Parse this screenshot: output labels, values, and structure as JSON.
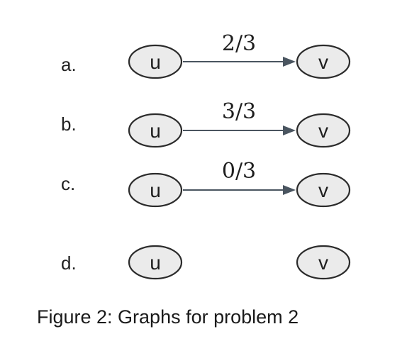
{
  "figure": {
    "caption": "Figure 2: Graphs for problem 2",
    "rows": [
      {
        "label": "a.",
        "source": "u",
        "target": "v",
        "has_edge": true,
        "edge_label": "2/3"
      },
      {
        "label": "b.",
        "source": "u",
        "target": "v",
        "has_edge": true,
        "edge_label": "3/3"
      },
      {
        "label": "c.",
        "source": "u",
        "target": "v",
        "has_edge": true,
        "edge_label": "0/3"
      },
      {
        "label": "d.",
        "source": "u",
        "target": "v",
        "has_edge": false
      }
    ]
  }
}
